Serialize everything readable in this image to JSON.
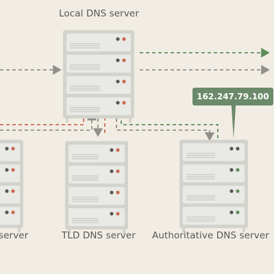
{
  "labels": {
    "local": "Local DNS server",
    "root_partial": "server",
    "tld": "TLD DNS server",
    "authoritative": "Authoritative DNS server"
  },
  "ip_address": "162.247.79.100",
  "colors": {
    "background": "#f2ede4",
    "server_body": "#d3d3cd",
    "server_unit": "#e9e9e5",
    "arrow_gray": "#8f8f8a",
    "arrow_red": "#c96a50",
    "arrow_green": "#5f8e5c",
    "callout": "#6b8a6a"
  },
  "icons": [
    "server-rack-icon",
    "arrow-icon"
  ]
}
